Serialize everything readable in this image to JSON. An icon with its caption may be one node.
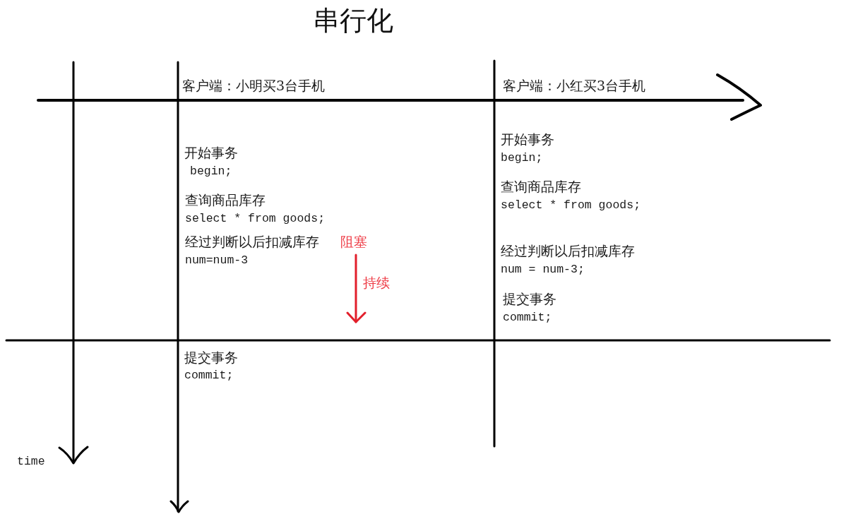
{
  "diagram": {
    "title": "串行化",
    "labels": [
      "客户端：小明买3台手机",
      "客户端：小红买3台手机",
      "开始事务",
      "begin;",
      "查询商品库存",
      "select * from goods;",
      "经过判断以后扣减库存",
      "num=num-3",
      "阻塞",
      "持续",
      "开始事务",
      "begin;",
      "查询商品库存",
      "select * from goods;",
      "经过判断以后扣减库存",
      "num = num-3;",
      "提交事务",
      "commit;",
      "提交事务",
      "commit;",
      "time"
    ]
  }
}
